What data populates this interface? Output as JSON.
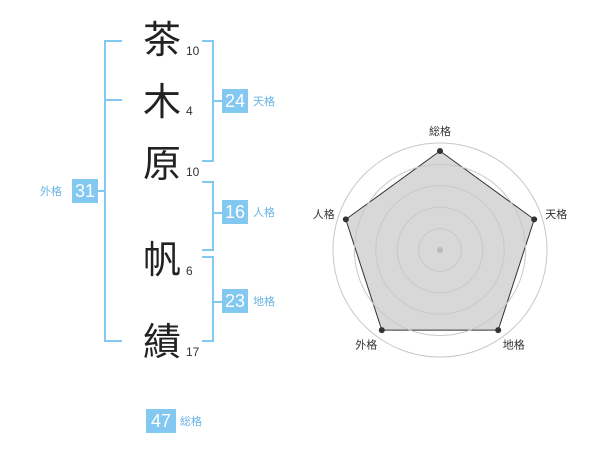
{
  "name": [
    {
      "char": "茶",
      "strokes": "10"
    },
    {
      "char": "木",
      "strokes": "4"
    },
    {
      "char": "原",
      "strokes": "10"
    },
    {
      "char": "帆",
      "strokes": "6"
    },
    {
      "char": "績",
      "strokes": "17"
    }
  ],
  "kakusu": {
    "tenkaku": {
      "value": "24",
      "label": "天格"
    },
    "jinkaku": {
      "value": "16",
      "label": "人格"
    },
    "chikaku": {
      "value": "23",
      "label": "地格"
    },
    "gaikaku": {
      "value": "31",
      "label": "外格"
    },
    "soukaku": {
      "value": "47",
      "label": "総格"
    }
  },
  "chart_data": {
    "type": "radar",
    "axes": [
      "総格",
      "天格",
      "地格",
      "外格",
      "人格"
    ],
    "max": 5,
    "rings": 5,
    "values": [
      5,
      5,
      5,
      5,
      5
    ],
    "colors": {
      "fill": "#d8d8d8",
      "line": "#333333",
      "grid": "#c8c8c8",
      "center": "#bbbbbb"
    }
  }
}
